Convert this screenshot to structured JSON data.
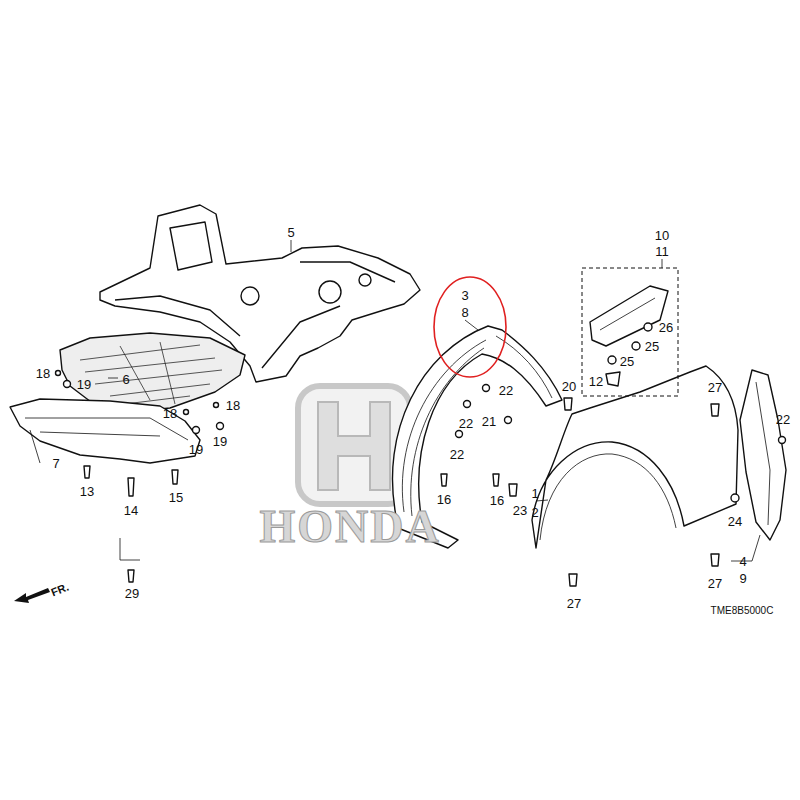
{
  "diagram": {
    "labels": [
      "10",
      "11",
      "5",
      "3",
      "8",
      "26",
      "25",
      "25",
      "18",
      "19",
      "6",
      "12",
      "20",
      "22",
      "27",
      "18",
      "18",
      "22",
      "21",
      "22",
      "19",
      "19",
      "22",
      "7",
      "13",
      "1",
      "15",
      "16",
      "16",
      "23",
      "2",
      "14",
      "24",
      "HONDA",
      "4",
      "9",
      "27",
      "29",
      "FR.",
      "27",
      "TME8B5000C"
    ]
  }
}
